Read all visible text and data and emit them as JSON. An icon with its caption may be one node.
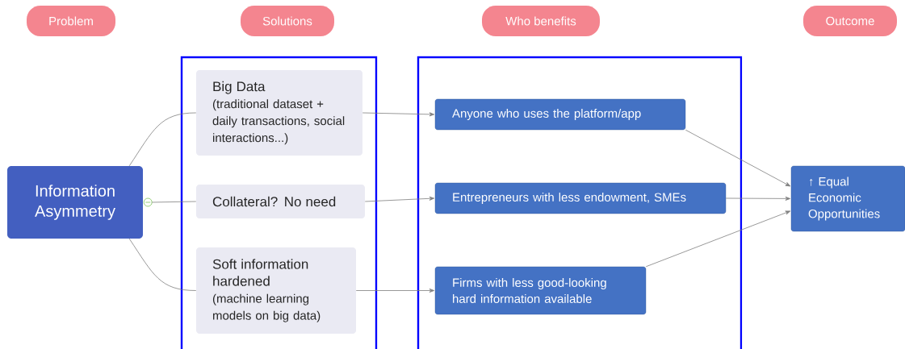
{
  "diagram": {
    "nodes": [
      {
        "text": [
          "Problem"
        ]
      },
      {
        "text": [
          "Solutions"
        ]
      },
      {
        "text": [
          "Who benefits"
        ]
      },
      {
        "text": [
          "Outcome"
        ]
      },
      {
        "text": [
          "Information Asymmetry"
        ]
      },
      {
        "text": [],
        "shape": "box"
      },
      {
        "text": [
          "Big Data",
          "(traditional dataset + daily transactions, social interactions...)"
        ],
        "in": 5
      },
      {
        "text": [
          "Collateral? No need"
        ],
        "in": 5
      },
      {
        "text": [
          "Soft information hardened",
          "(machine learning models on big data)"
        ],
        "in": 5
      },
      {
        "text": [],
        "shape": "box"
      },
      {
        "text": [
          "Anyone who uses the platform/app"
        ],
        "in": 9
      },
      {
        "text": [
          "Entrepreneurs with less endowment, SMEs"
        ],
        "in": 9
      },
      {
        "text": [
          "Firms with less good-looking hard information available"
        ],
        "in": 9
      },
      {
        "text": [
          "↑ Equal Economic Opportunities"
        ]
      }
    ],
    "edges": [
      {
        "from": 4,
        "to": 6,
        "arrow": "none"
      },
      {
        "from": 4,
        "to": 7,
        "arrow": "none"
      },
      {
        "from": 4,
        "to": 8,
        "arrow": "none"
      },
      {
        "from": 6,
        "to": 10,
        "arrow": "to"
      },
      {
        "from": 7,
        "to": 11,
        "arrow": "to"
      },
      {
        "from": 8,
        "to": 12,
        "arrow": "to"
      },
      {
        "from": 10,
        "to": 13,
        "arrow": "to"
      },
      {
        "from": 11,
        "to": 13,
        "arrow": "to"
      },
      {
        "from": 12,
        "to": 13,
        "arrow": "to"
      }
    ]
  }
}
